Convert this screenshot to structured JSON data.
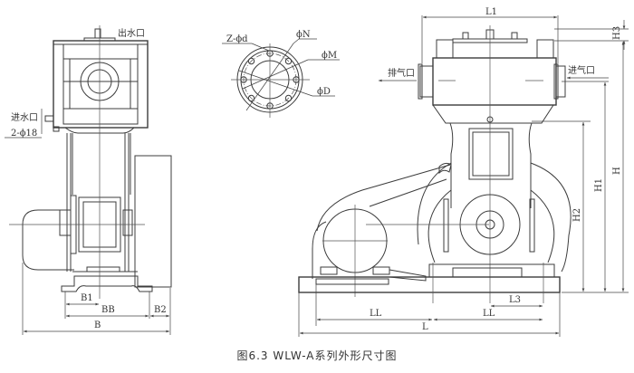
{
  "caption": "图6.3  WLW-A系列外形尺寸图",
  "views": {
    "side_view": {
      "labels": {
        "water_outlet": "出水口",
        "water_inlet": "进水口",
        "holes": "2-ϕ18",
        "b1": "B1",
        "bb": "BB",
        "b2": "B2",
        "b": "B"
      }
    },
    "flange_detail": {
      "labels": {
        "holes": "Z-ϕd",
        "n": "ϕN",
        "m": "ϕM",
        "d": "ϕD"
      }
    },
    "front_view": {
      "labels": {
        "l1": "L1",
        "h3": "H3",
        "exhaust": "排气口",
        "intake": "进气口",
        "h": "H",
        "h1": "H1",
        "h2": "H2",
        "l3": "L3",
        "ll_left": "LL",
        "ll_right": "LL",
        "l": "L"
      }
    }
  }
}
